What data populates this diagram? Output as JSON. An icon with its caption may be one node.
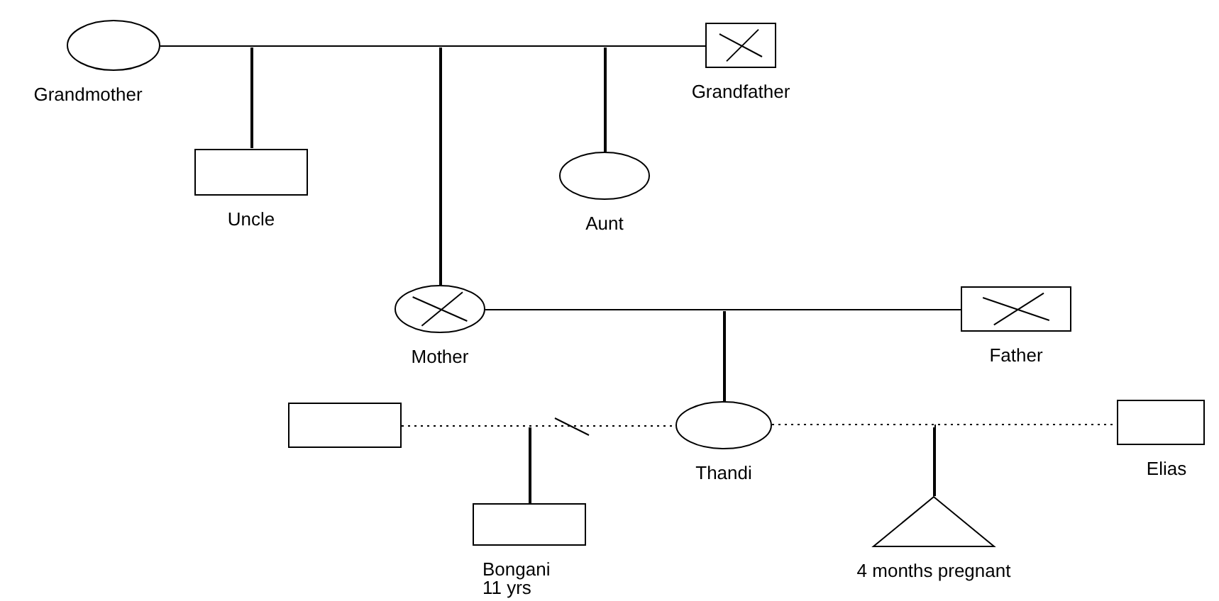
{
  "diagram": {
    "nodes": [
      {
        "text": [],
        "shape": "circle",
        "beside": [
          "Grandmother"
        ]
      },
      {
        "text": [],
        "shape": "box",
        "beside": [
          "Grandfather"
        ]
      },
      {
        "text": [],
        "shape": "box",
        "beside": [
          "Uncle"
        ]
      },
      {
        "text": [],
        "shape": "circle",
        "beside": [
          "Aunt"
        ]
      },
      {
        "text": [],
        "shape": "circle",
        "beside": [
          "Mother"
        ]
      },
      {
        "text": [],
        "shape": "box",
        "beside": [
          "Father"
        ]
      },
      {
        "text": [],
        "shape": "box"
      },
      {
        "text": [],
        "shape": "circle",
        "beside": [
          "Thandi"
        ]
      },
      {
        "text": [],
        "shape": "box",
        "beside": [
          "Elias"
        ]
      },
      {
        "text": [],
        "shape": "box",
        "beside": [
          "Bongani 11 yrs"
        ]
      },
      {
        "text": [],
        "shape": "triangle",
        "beside": [
          "4 months pregnant"
        ]
      }
    ],
    "edges": [
      {
        "from": 0,
        "to": 1,
        "arrow": "none"
      },
      {
        "from": 0,
        "to": 2,
        "arrow": "none"
      },
      {
        "from": 1,
        "to": 2,
        "arrow": "none"
      },
      {
        "from": 0,
        "to": 4,
        "arrow": "none"
      },
      {
        "from": 1,
        "to": 4,
        "arrow": "none"
      },
      {
        "from": 0,
        "to": 3,
        "arrow": "none"
      },
      {
        "from": 1,
        "to": 3,
        "arrow": "none"
      },
      {
        "from": 4,
        "to": 5,
        "arrow": "none"
      },
      {
        "from": 4,
        "to": 7,
        "arrow": "none"
      },
      {
        "from": 5,
        "to": 7,
        "arrow": "none"
      },
      {
        "from": 6,
        "to": 7,
        "arrow": "none",
        "style": "dashed"
      },
      {
        "from": 6,
        "to": 9,
        "arrow": "none"
      },
      {
        "from": 7,
        "to": 9,
        "arrow": "none"
      },
      {
        "from": 7,
        "to": 8,
        "arrow": "none",
        "style": "dashed"
      },
      {
        "from": 7,
        "to": 10,
        "arrow": "none"
      },
      {
        "from": 8,
        "to": 10,
        "arrow": "none"
      }
    ]
  }
}
